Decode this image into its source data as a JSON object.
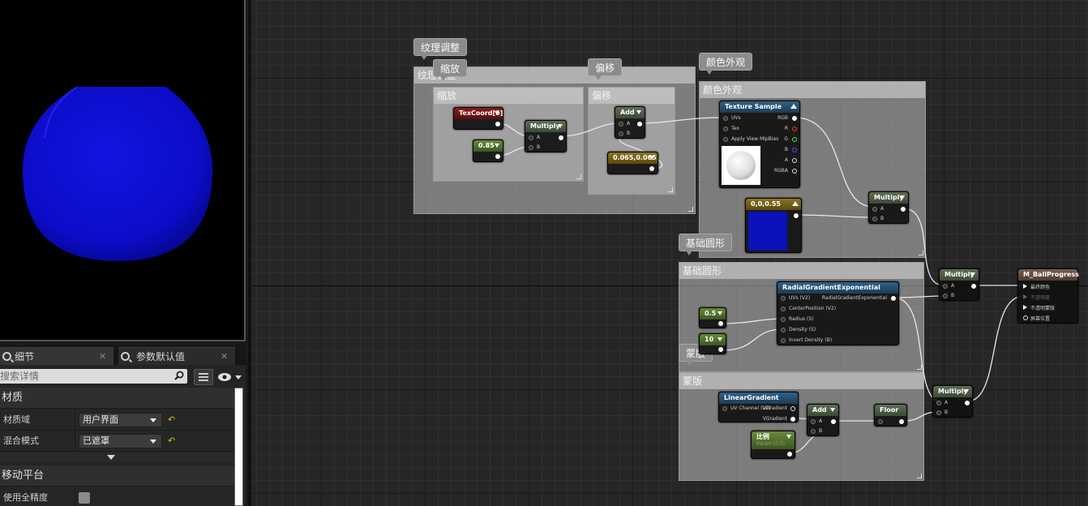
{
  "preview": {
    "sphere_color": "#1010d0"
  },
  "tabs": [
    {
      "label": "细节",
      "close": "✕"
    },
    {
      "label": "参数默认值",
      "close": "✕"
    }
  ],
  "search": {
    "placeholder": "搜索详情"
  },
  "details": {
    "category_material": "材质",
    "material_domain_label": "材质域",
    "material_domain_value": "用户界面",
    "blend_mode_label": "混合模式",
    "blend_mode_value": "已遮罩",
    "reset_glyph": "↶",
    "category_mobile": "移动平台",
    "full_precision_label": "使用全精度"
  },
  "comments": {
    "texture_adjust": {
      "title": "纹理调整",
      "bubble": "纹理调整"
    },
    "scale": {
      "title": "缩放",
      "bubble": "缩放"
    },
    "offset": {
      "title": "偏移",
      "bubble": "偏移"
    },
    "color_look": {
      "title": "颜色外观",
      "bubble": "颜色外观"
    },
    "base_shape": {
      "title": "基础圆形",
      "bubble": "基础圆形"
    },
    "mask": {
      "title": "蒙版",
      "bubble": "蒙版"
    }
  },
  "nodes": {
    "texcoord": {
      "title": "TexCoord[0]"
    },
    "const_085": {
      "title": "0.85"
    },
    "multiply1": {
      "title": "Multiply",
      "a": "A",
      "b": "B"
    },
    "add1": {
      "title": "Add",
      "a": "A",
      "b": "B"
    },
    "vec_offset": {
      "title": "0.065,0.065"
    },
    "texture_sample": {
      "title": "Texture Sample",
      "uvs": "UVs",
      "tex": "Tex",
      "mip": "Apply View MipBias",
      "rgb": "RGB",
      "r": "R",
      "g": "G",
      "bch": "B",
      "a": "A",
      "rgba": "RGBA"
    },
    "vec_color": {
      "title": "0,0,0.55",
      "swatch": "#0a12b8"
    },
    "multiply2": {
      "title": "Multiply",
      "a": "A",
      "b": "B"
    },
    "radial": {
      "title": "RadialGradientExponential",
      "uvs": "UVs (V2)",
      "center": "CenterPosition (V2)",
      "radius": "Radius (S)",
      "density": "Density (S)",
      "invert": "Invert Density (B)",
      "out": "RadialGradientExponential"
    },
    "const_05": {
      "title": "0.5"
    },
    "const_10": {
      "title": "10"
    },
    "multiply3": {
      "title": "Multiply",
      "a": "A",
      "b": "B"
    },
    "result": {
      "title": "M_BallProgress",
      "p1": "最终颜色",
      "p2": "不透明度",
      "p3": "不透明蒙版",
      "p4": "屏幕位置"
    },
    "linear": {
      "title": "LinearGradient",
      "uv": "UV Channel (V2)",
      "ug": "UGradient",
      "vg": "VGradient"
    },
    "add2": {
      "title": "Add",
      "a": "A",
      "b": "B"
    },
    "floor": {
      "title": "Floor"
    },
    "ratio": {
      "title": "比例",
      "sub": "Param (0.5)"
    },
    "multiply4": {
      "title": "Multiply",
      "a": "A",
      "b": "B"
    }
  }
}
